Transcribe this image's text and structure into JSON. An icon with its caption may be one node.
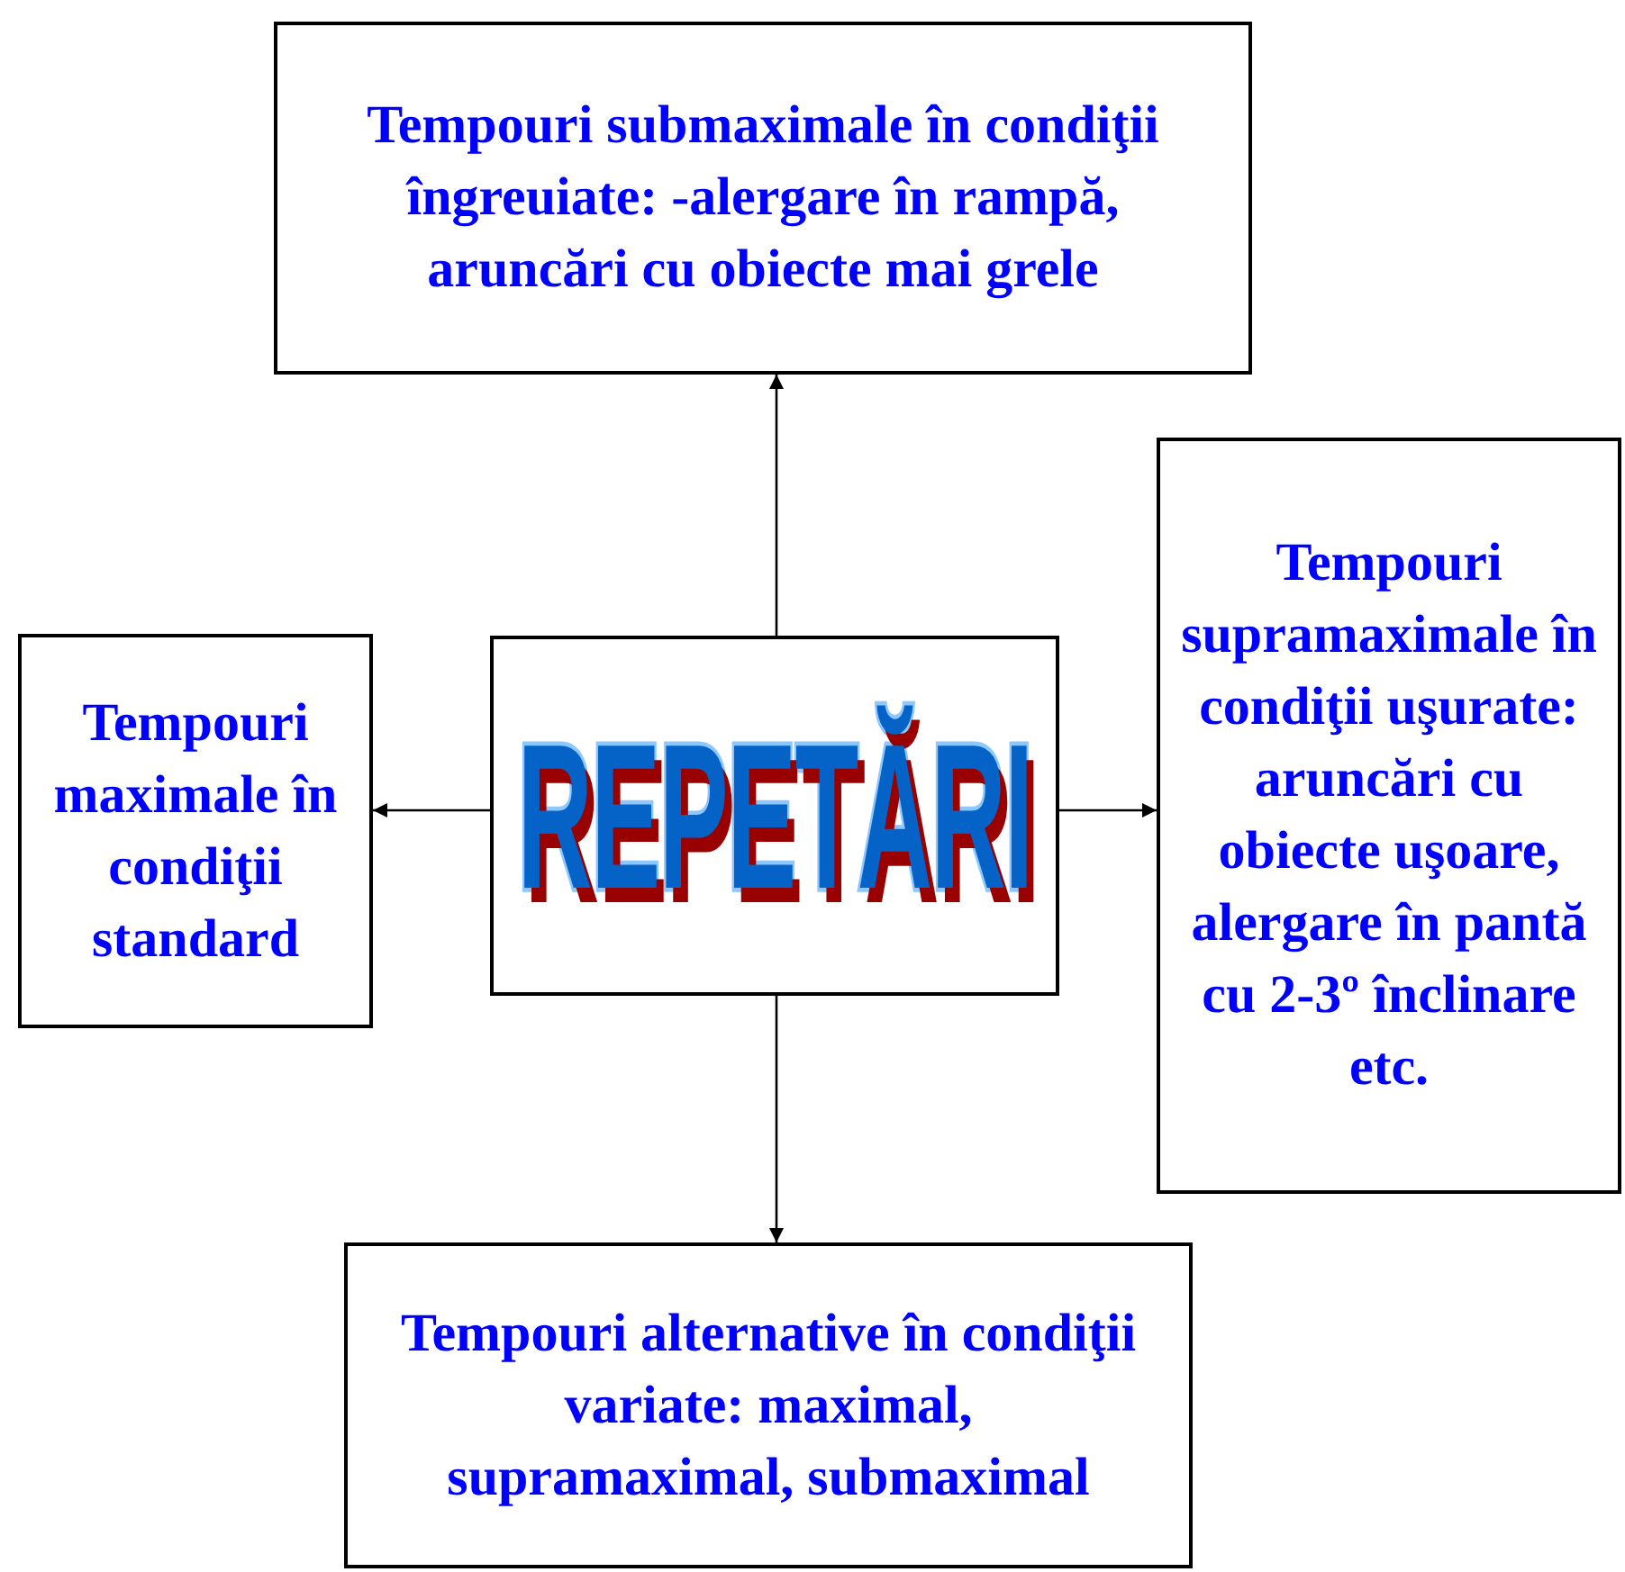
{
  "diagram": {
    "nodes": [
      {
        "text": [
          "Tempouri submaximale în condiţii îngreuiate: -alergare în rampă, aruncări cu obiecte mai grele"
        ]
      },
      {
        "text": [
          "Tempouri maximale în condiţii standard"
        ]
      },
      {
        "text": [
          "REPETĂRI"
        ]
      },
      {
        "text": [
          "Tempouri supramaximale în condiţii uşurate: aruncări cu obiecte uşoare, alergare în pantă cu 2-3º înclinare etc."
        ]
      },
      {
        "text": [
          "Tempouri alternative în condiţii variate: maximal, supramaximal, submaximal"
        ]
      }
    ],
    "edges": [
      {
        "from": 2,
        "to": 0,
        "arrow": "to"
      },
      {
        "from": 2,
        "to": 1,
        "arrow": "to"
      },
      {
        "from": 2,
        "to": 3,
        "arrow": "to"
      },
      {
        "from": 2,
        "to": 4,
        "arrow": "to"
      }
    ]
  }
}
